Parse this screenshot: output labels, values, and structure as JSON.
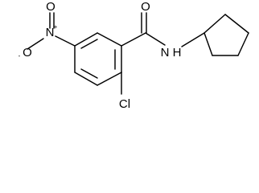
{
  "structure": {
    "labels": {
      "nitro_n": "N",
      "nitro_plus": "+",
      "nitro_o_top": "O",
      "nitro_o_left": "O",
      "nitro_minus": "-",
      "carbonyl_o": "O",
      "amide_n": "N",
      "amide_h": "H",
      "chlorine": "Cl"
    }
  }
}
